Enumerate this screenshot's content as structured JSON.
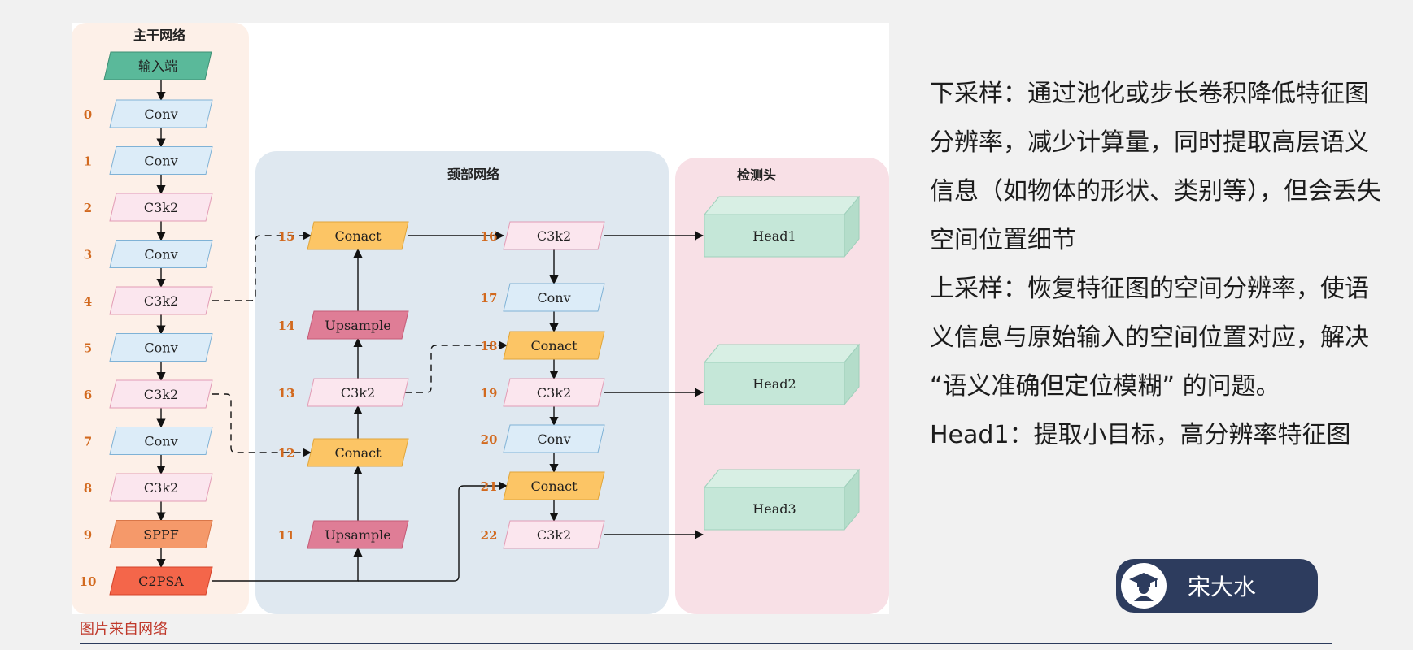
{
  "sections": {
    "backbone": "主干网络",
    "neck": "颈部网络",
    "head": "检测头"
  },
  "backbone": {
    "input": "输入端",
    "layers": [
      {
        "idx": "0",
        "label": "Conv"
      },
      {
        "idx": "1",
        "label": "Conv"
      },
      {
        "idx": "2",
        "label": "C3k2"
      },
      {
        "idx": "3",
        "label": "Conv"
      },
      {
        "idx": "4",
        "label": "C3k2"
      },
      {
        "idx": "5",
        "label": "Conv"
      },
      {
        "idx": "6",
        "label": "C3k2"
      },
      {
        "idx": "7",
        "label": "Conv"
      },
      {
        "idx": "8",
        "label": "C3k2"
      },
      {
        "idx": "9",
        "label": "SPPF"
      },
      {
        "idx": "10",
        "label": "C2PSA"
      }
    ]
  },
  "neck": {
    "col1": [
      {
        "idx": "15",
        "label": "Conact"
      },
      {
        "idx": "14",
        "label": "Upsample"
      },
      {
        "idx": "13",
        "label": "C3k2"
      },
      {
        "idx": "12",
        "label": "Conact"
      },
      {
        "idx": "11",
        "label": "Upsample"
      }
    ],
    "col2": [
      {
        "idx": "16",
        "label": "C3k2"
      },
      {
        "idx": "17",
        "label": "Conv"
      },
      {
        "idx": "18",
        "label": "Conact"
      },
      {
        "idx": "19",
        "label": "C3k2"
      },
      {
        "idx": "20",
        "label": "Conv"
      },
      {
        "idx": "21",
        "label": "Conact"
      },
      {
        "idx": "22",
        "label": "C3k2"
      }
    ]
  },
  "heads": [
    "Head1",
    "Head2",
    "Head3"
  ],
  "explanation": [
    "下采样：通过池化或步长卷积降低特征图分辨率，减少计算量，同时提取高层语义信息（如物体的形状、类别等），但会丢失空间位置细节",
    "上采样：恢复特征图的空间分辨率，使语义信息与原始输入的空间位置对应，解决 “语义准确但定位模糊” 的问题。",
    "Head1：提取小目标，高分辨率特征图"
  ],
  "source_caption": "图片来自网络",
  "author": "宋大水",
  "colors": {
    "conv": "#dcecf8",
    "c3k2": "#fbe6ee",
    "conact": "#fcc565",
    "upsample": "#df7d96",
    "sppf": "#f5996a",
    "c2psa": "#f4664a",
    "input": "#5ab99a",
    "head": "#c5e7d8",
    "badge": "#2d3c5e"
  }
}
